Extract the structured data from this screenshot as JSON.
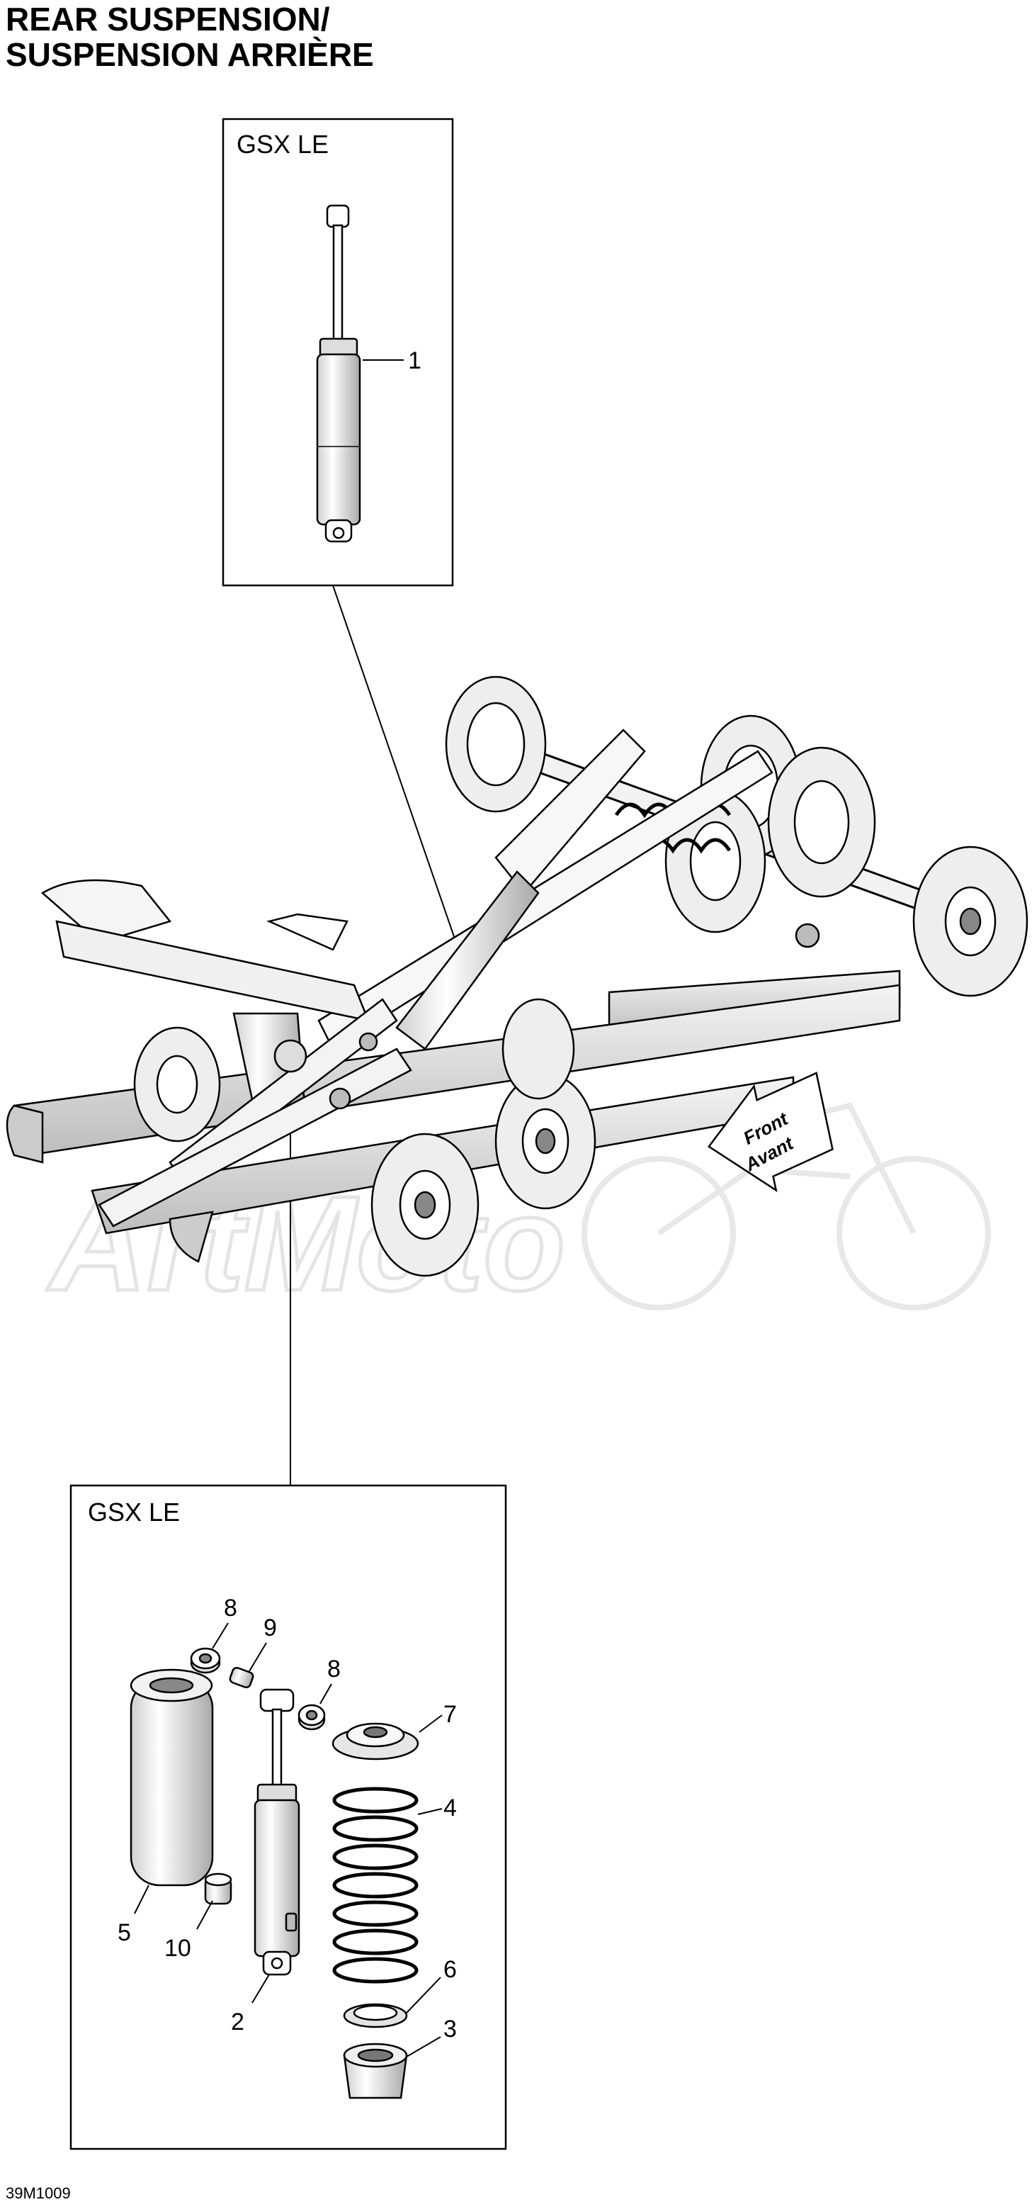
{
  "title": {
    "line1": "REAR SUSPENSION/",
    "line2": "SUSPENSION ARRIÈRE"
  },
  "top_box": {
    "label": "GSX LE",
    "callouts": [
      {
        "id": "callout-1",
        "text": "1"
      }
    ]
  },
  "bottom_box": {
    "label": "GSX LE",
    "callouts": [
      {
        "id": "callout-8a",
        "text": "8"
      },
      {
        "id": "callout-9",
        "text": "9"
      },
      {
        "id": "callout-8b",
        "text": "8"
      },
      {
        "id": "callout-7",
        "text": "7"
      },
      {
        "id": "callout-4",
        "text": "4"
      },
      {
        "id": "callout-5",
        "text": "5"
      },
      {
        "id": "callout-10",
        "text": "10"
      },
      {
        "id": "callout-6",
        "text": "6"
      },
      {
        "id": "callout-2",
        "text": "2"
      },
      {
        "id": "callout-3",
        "text": "3"
      }
    ]
  },
  "direction_arrow": {
    "line1": "Front",
    "line2": "Avant"
  },
  "diagram_code": "39M1009",
  "colors": {
    "ink": "#000000",
    "watermark": "#e8e8e8",
    "paper": "#ffffff",
    "shade": "#d9d9d9"
  }
}
